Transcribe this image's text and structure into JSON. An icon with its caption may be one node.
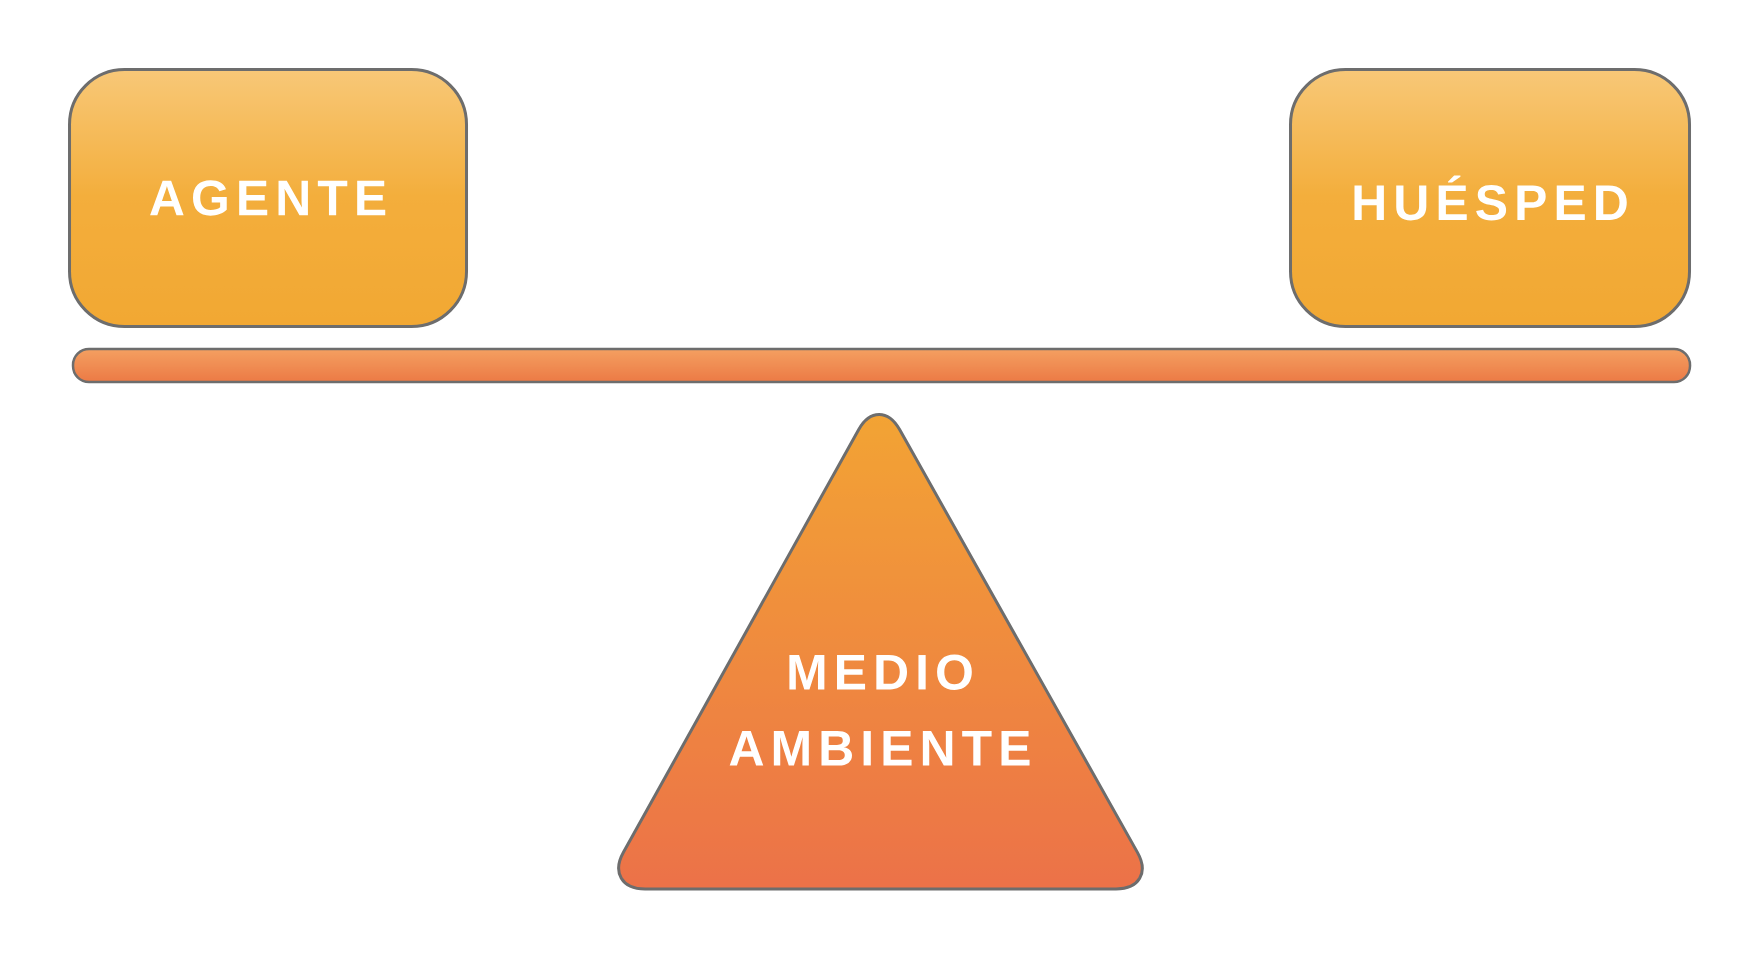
{
  "diagram": {
    "nodes": [
      {
        "text": [
          "AGENTE"
        ]
      },
      {
        "text": [
          "HUÉSPED"
        ]
      },
      {
        "text": [
          "MEDIO AMBIENTE"
        ]
      }
    ]
  }
}
